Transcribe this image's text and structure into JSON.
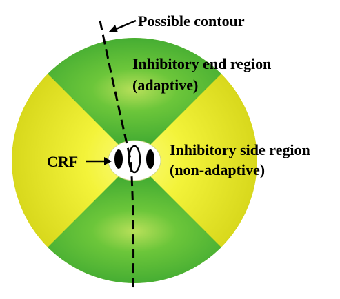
{
  "labels": {
    "possible_contour": "Possible contour",
    "end_region_line1": "Inhibitory end region",
    "end_region_line2": "(adaptive)",
    "side_region_line1": "Inhibitory side region",
    "side_region_line2": "(non-adaptive)",
    "crf": "CRF"
  },
  "colors": {
    "end_region": "#2fa52f",
    "end_region_light": "#7ed43a",
    "side_region": "#e6e629",
    "side_region_light": "#f7f74a",
    "crf_fill": "#ffffff",
    "ink": "#000000"
  },
  "icons": {
    "contour_arrow": "arrow-left-down-icon",
    "crf_arrow": "arrow-right-icon"
  }
}
